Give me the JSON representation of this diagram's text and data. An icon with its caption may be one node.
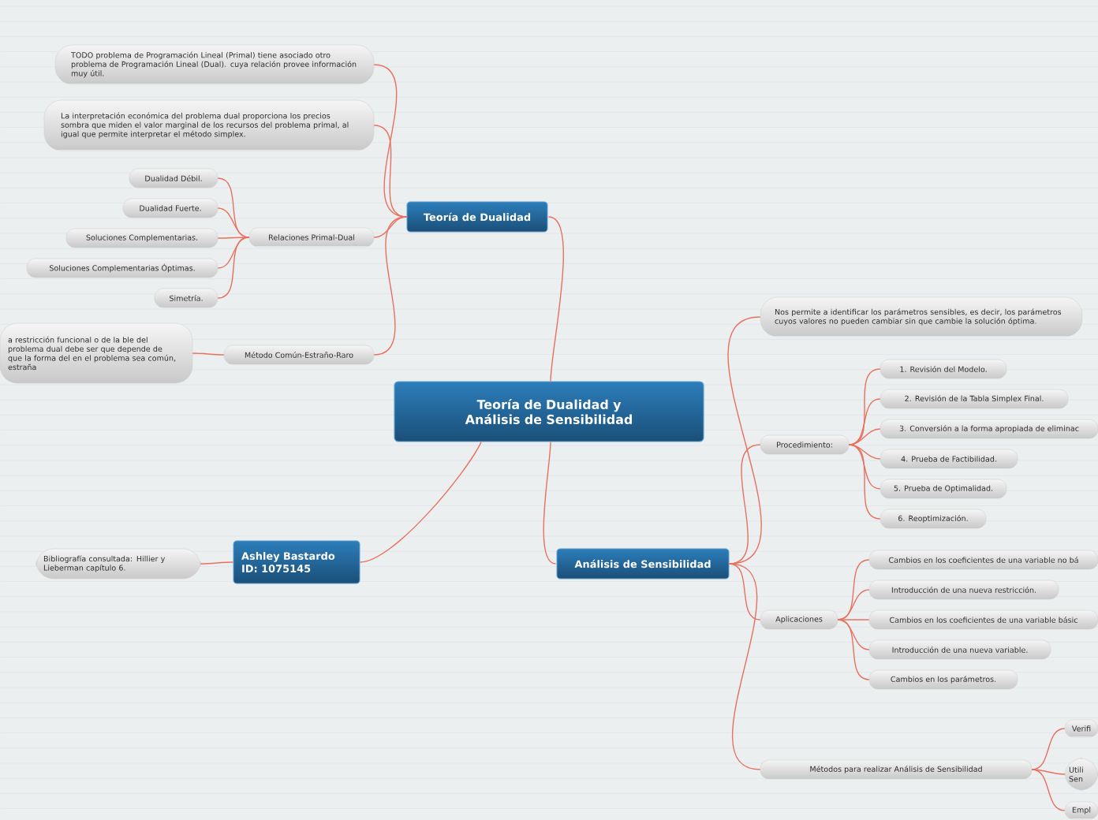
{
  "diagram": {
    "nodes": [
      {
        "text": [
          "Teoría de Dualidad y Análisis de Sensibilidad"
        ]
      },
      {
        "text": [
          "Teoría de Dualidad"
        ]
      },
      {
        "text": [
          "TODO problema de Programación Lineal (Primal) tiene asociado otro problema de Programación Lineal (Dual). cuya relación provee información muy útil."
        ]
      },
      {
        "text": [
          "La interpretación económica del problema dual proporciona los precios sombra que miden el valor marginal de los recursos del problema primal, al igual que permite interpretar el método simplex."
        ]
      },
      {
        "text": [
          "Relaciones Primal-Dual"
        ]
      },
      {
        "text": [
          "Dualidad Débil."
        ]
      },
      {
        "text": [
          "Dualidad Fuerte."
        ]
      },
      {
        "text": [
          "Soluciones Complementarias."
        ]
      },
      {
        "text": [
          "Soluciones Complementarias Óptimas."
        ]
      },
      {
        "text": [
          "Simetría."
        ]
      },
      {
        "text": [
          "Método Común-Estraño-Raro"
        ]
      },
      {
        "text": [
          "a restricción funcional o de la ble del problema dual debe ser que depende de que la forma del en el problema sea común, estraña"
        ]
      },
      {
        "text": [
          "Ashley Bastardo ID: 1075145"
        ]
      },
      {
        "text": [
          "Bibliografía consultada: Hillier y Lieberman capítulo 6."
        ]
      },
      {
        "text": [
          "Análisis de Sensibilidad"
        ]
      },
      {
        "text": [
          "Nos permite a  identificar los parámetros sensibles, es decir, los parámetros cuyos valores no pueden cambiar sin que cambie la solución óptima."
        ]
      },
      {
        "text": [
          "Procedimiento:"
        ]
      },
      {
        "text": [
          "1. Revisión del Modelo."
        ]
      },
      {
        "text": [
          "2. Revisión de la Tabla Simplex Final."
        ]
      },
      {
        "text": [
          "3. Conversión a la forma apropiada de eliminac"
        ]
      },
      {
        "text": [
          "4. Prueba de Factibilidad."
        ]
      },
      {
        "text": [
          "5. Prueba de Optimalidad."
        ]
      },
      {
        "text": [
          "6. Reoptimización."
        ]
      },
      {
        "text": [
          "Aplicaciones"
        ]
      },
      {
        "text": [
          "Cambios en los coeficientes de una variable no bá"
        ]
      },
      {
        "text": [
          "Introducción de una nueva restricción."
        ]
      },
      {
        "text": [
          "Cambios en los coeficientes de una variable básic"
        ]
      },
      {
        "text": [
          "Introducción de una nueva variable."
        ]
      },
      {
        "text": [
          "Cambios en los parámetros."
        ]
      },
      {
        "text": [
          "Métodos para realizar Análisis de Sensibilidad"
        ]
      },
      {
        "text": [
          "Verifi"
        ]
      },
      {
        "text": [
          "Utili Sen"
        ]
      },
      {
        "text": [
          "Empl"
        ]
      }
    ],
    "edges": [
      {
        "from": 0,
        "to": 1,
        "arrow": "none"
      },
      {
        "from": 0,
        "to": 12,
        "arrow": "none"
      },
      {
        "from": 0,
        "to": 14,
        "arrow": "none"
      },
      {
        "from": 1,
        "to": 2,
        "arrow": "none"
      },
      {
        "from": 1,
        "to": 3,
        "arrow": "none"
      },
      {
        "from": 1,
        "to": 4,
        "arrow": "none"
      },
      {
        "from": 1,
        "to": 10,
        "arrow": "none"
      },
      {
        "from": 4,
        "to": 5,
        "arrow": "none"
      },
      {
        "from": 4,
        "to": 6,
        "arrow": "none"
      },
      {
        "from": 4,
        "to": 7,
        "arrow": "none"
      },
      {
        "from": 4,
        "to": 8,
        "arrow": "none"
      },
      {
        "from": 4,
        "to": 9,
        "arrow": "none"
      },
      {
        "from": 10,
        "to": 11,
        "arrow": "none"
      },
      {
        "from": 12,
        "to": 13,
        "arrow": "none"
      },
      {
        "from": 14,
        "to": 15,
        "arrow": "none"
      },
      {
        "from": 14,
        "to": 16,
        "arrow": "none"
      },
      {
        "from": 14,
        "to": 23,
        "arrow": "none"
      },
      {
        "from": 14,
        "to": 29,
        "arrow": "none"
      },
      {
        "from": 16,
        "to": 17,
        "arrow": "none"
      },
      {
        "from": 16,
        "to": 18,
        "arrow": "none"
      },
      {
        "from": 16,
        "to": 19,
        "arrow": "none"
      },
      {
        "from": 16,
        "to": 20,
        "arrow": "none"
      },
      {
        "from": 16,
        "to": 21,
        "arrow": "none"
      },
      {
        "from": 16,
        "to": 22,
        "arrow": "none"
      },
      {
        "from": 23,
        "to": 24,
        "arrow": "none"
      },
      {
        "from": 23,
        "to": 25,
        "arrow": "none"
      },
      {
        "from": 23,
        "to": 26,
        "arrow": "none"
      },
      {
        "from": 23,
        "to": 27,
        "arrow": "none"
      },
      {
        "from": 23,
        "to": 28,
        "arrow": "none"
      },
      {
        "from": 29,
        "to": 30,
        "arrow": "none"
      },
      {
        "from": 29,
        "to": 31,
        "arrow": "none"
      },
      {
        "from": 29,
        "to": 32,
        "arrow": "none"
      }
    ]
  }
}
